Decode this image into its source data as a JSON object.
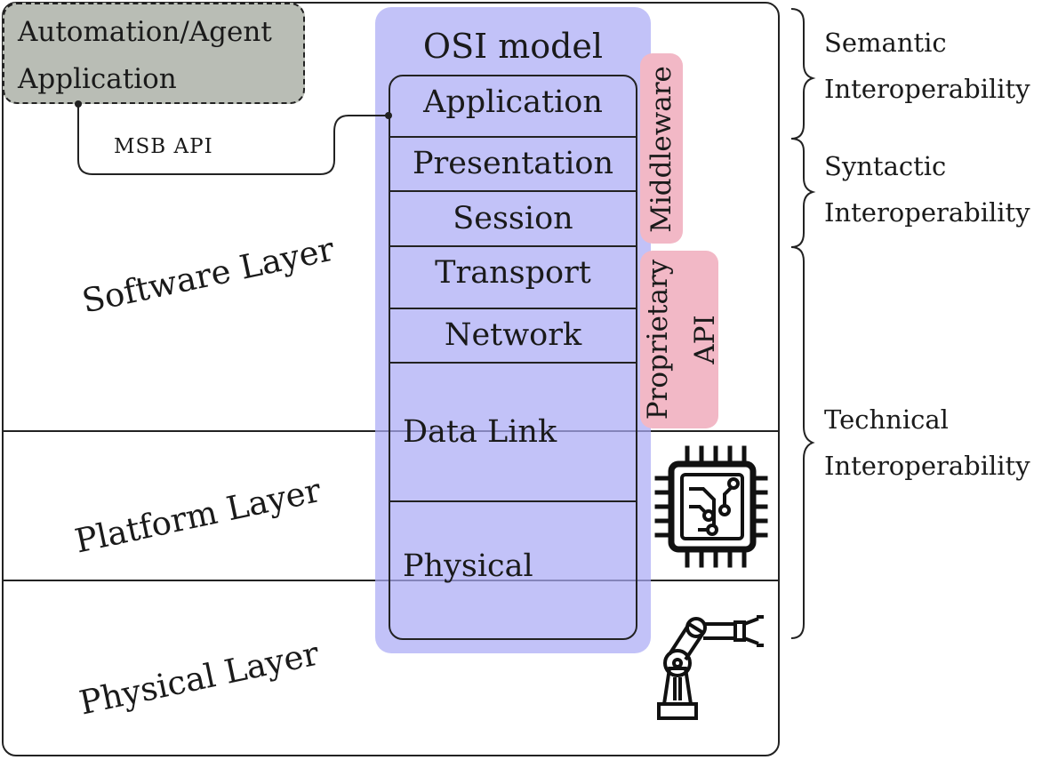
{
  "agent_box": {
    "line1": "Automation/Agent",
    "line2": "Application"
  },
  "connector": {
    "label": "MSB API"
  },
  "osi": {
    "title": "OSI model",
    "layers": [
      "Application",
      "Presentation",
      "Session",
      "Transport",
      "Network",
      "Data Link",
      "Physical"
    ]
  },
  "side_tags": {
    "middleware": "Middleware",
    "proprietary_line1": "Proprietary",
    "proprietary_line2": "API"
  },
  "system_layers": {
    "software": "Software Layer",
    "platform": "Platform Layer",
    "physical": "Physical Layer"
  },
  "interoperability": {
    "semantic": [
      "Semantic",
      "Interoperability"
    ],
    "syntactic": [
      "Syntactic",
      "Interoperability"
    ],
    "technical": [
      "Technical",
      "Interoperability"
    ]
  },
  "icons": {
    "chip": "microchip-icon",
    "robot": "robot-arm-icon"
  }
}
